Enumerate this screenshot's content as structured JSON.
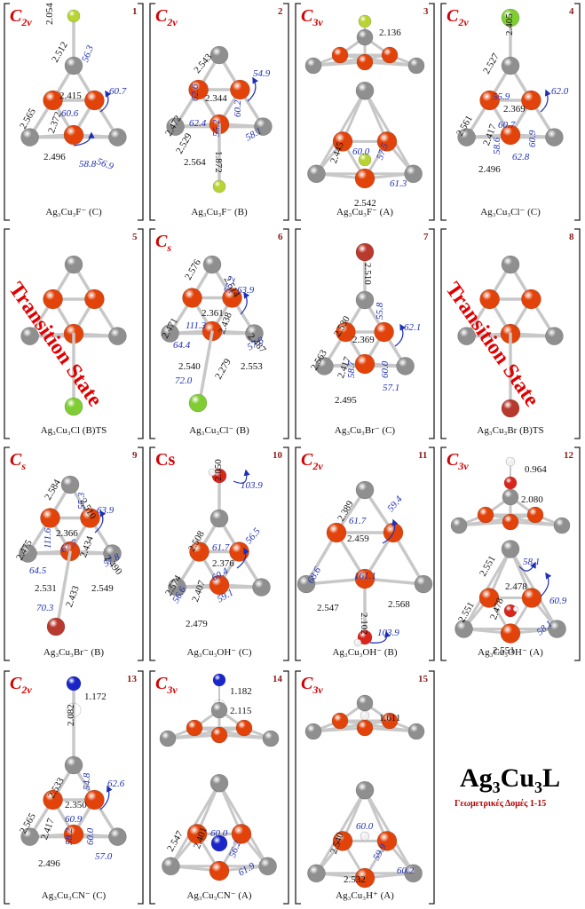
{
  "colors": {
    "Ag": "#8f8f8f",
    "Cu": "#e2430a",
    "F": "#b8d432",
    "Cl": "#7fcd33",
    "Br": "#b83a2e",
    "O": "#d9261c",
    "H": "#f0f0f0",
    "N": "#1a26c8",
    "C": "#8f8f8f",
    "bond": "#c8c8c8",
    "angle": "#1e2fb4"
  },
  "title": {
    "main_prefix": "Ag",
    "main_sub1": "3",
    "main_mid": "Cu",
    "main_sub2": "3",
    "main_suffix": "L",
    "subtitle": "Γεωμετρικές Δομές 1-15"
  },
  "panels": [
    {
      "num": "1",
      "pg_base": "C",
      "pg_sub": "2v",
      "name": "Ag₃Cu₃F⁻ (C)",
      "values": [
        "2.054",
        "2.512",
        "2.415",
        "2.565",
        "2.372",
        "2.496"
      ],
      "angles": [
        "56.3",
        "60.7",
        "60.6",
        "56.9",
        "58.8"
      ]
    },
    {
      "num": "2",
      "pg_base": "C",
      "pg_sub": "2v",
      "name": "Ag₃Cu₃F⁻ (B)",
      "values": [
        "2.543",
        "2.344",
        "2.472",
        "2.529",
        "2.564",
        "1.872"
      ],
      "angles": [
        "54.9",
        "62.6",
        "62.4",
        "55.2",
        "60.2",
        "58.1"
      ]
    },
    {
      "num": "3",
      "pg_base": "C",
      "pg_sub": "3v",
      "name": "Ag₃Cu₃F⁻ (A)",
      "values": [
        "2.136",
        "2.445",
        "2.542"
      ],
      "angles": [
        "60.0",
        "57.5",
        "61.3"
      ]
    },
    {
      "num": "4",
      "pg_base": "C",
      "pg_sub": "2v",
      "name": "Ag₃Cu₃Cl⁻ (C)",
      "values": [
        "2.405",
        "2.527",
        "2.369",
        "2.561",
        "2.417",
        "2.496"
      ],
      "angles": [
        "55.9",
        "62.0",
        "60.7",
        "58.6",
        "60.9",
        "62.8"
      ]
    },
    {
      "num": "5",
      "ts": "Transition State",
      "name": "Ag₃Cu₃Cl (B)TS"
    },
    {
      "num": "6",
      "pg_base": "C",
      "pg_sub": "s",
      "name": "Ag₃Cu₃Cl⁻ (B)",
      "values": [
        "2.576",
        "2.514",
        "2.361",
        "2.471",
        "2.438",
        "2.487",
        "2.540",
        "2.553",
        "2.279"
      ],
      "angles": [
        "55.2",
        "63.9",
        "111.3",
        "64.4",
        "57.8",
        "72.0"
      ]
    },
    {
      "num": "7",
      "name": "Ag₃Cu₃Br⁻ (C)",
      "values": [
        "2.510",
        "2.530",
        "2.369",
        "2.563",
        "2.417",
        "2.495"
      ],
      "angles": [
        "55.8",
        "62.1",
        "58.7",
        "60.0",
        "57.1"
      ]
    },
    {
      "num": "8",
      "ts": "Transition State",
      "name": "Ag₃Cu₃Br (B)TS"
    },
    {
      "num": "9",
      "pg_base": "C",
      "pg_sub": "s",
      "name": "Ag₃Cu₃Br⁻ (B)",
      "values": [
        "2.584",
        "2.510",
        "2.366",
        "2.475",
        "2.434",
        "2.490",
        "2.531",
        "2.549",
        "2.433"
      ],
      "angles": [
        "55.3",
        "63.9",
        "67.7",
        "111.6",
        "64.5",
        "57.8",
        "70.3"
      ]
    },
    {
      "num": "10",
      "pg_plain": "Cs",
      "name": "Ag₃Cu₃OH⁻ (C)",
      "values": [
        "2.050",
        "2.508",
        "2.376",
        "2.574",
        "2.407",
        "2.479"
      ],
      "angles": [
        "103.9",
        "56.5",
        "61.7",
        "60.4",
        "56.6",
        "59.1"
      ]
    },
    {
      "num": "11",
      "pg_base": "C",
      "pg_sub": "2v",
      "name": "Ag₃Cu₃OH⁻ (B)",
      "values": [
        "2.389",
        "2.459",
        "2.547",
        "2.568",
        "2.102"
      ],
      "angles": [
        "59.4",
        "61.7",
        "68.6",
        "161.1",
        "103.9"
      ]
    },
    {
      "num": "12",
      "pg_base": "C",
      "pg_sub": "3v",
      "name": "Ag₃Cu₃OH⁻ (A)",
      "values": [
        "0.964",
        "2.080",
        "2.551",
        "2.478",
        "2.551",
        "2.478",
        "2.551"
      ],
      "angles": [
        "58.1",
        "60.9",
        "58.1"
      ]
    },
    {
      "num": "13",
      "pg_base": "C",
      "pg_sub": "2v",
      "name": "Ag₃Cu₃CN⁻ (C)",
      "values": [
        "1.172",
        "2.082",
        "2.533",
        "2.350",
        "2.565",
        "2.417",
        "2.496"
      ],
      "angles": [
        "54.8",
        "62.6",
        "60.9",
        "58.2",
        "60.0",
        "57.0"
      ]
    },
    {
      "num": "14",
      "pg_base": "C",
      "pg_sub": "3v",
      "name": "Ag₃Cu₃CN⁻ (A)",
      "values": [
        "1.182",
        "2.115",
        "2.547",
        "2.401"
      ],
      "angles": [
        "60.0",
        "56.2",
        "61.9"
      ]
    },
    {
      "num": "15",
      "pg_base": "C",
      "pg_sub": "3v",
      "name": "Ag₃Cu₃H⁺ (A)",
      "values": [
        "1.611",
        "2.540",
        "2.532"
      ],
      "angles": [
        "60.0",
        "59.9",
        "60.2"
      ]
    }
  ]
}
